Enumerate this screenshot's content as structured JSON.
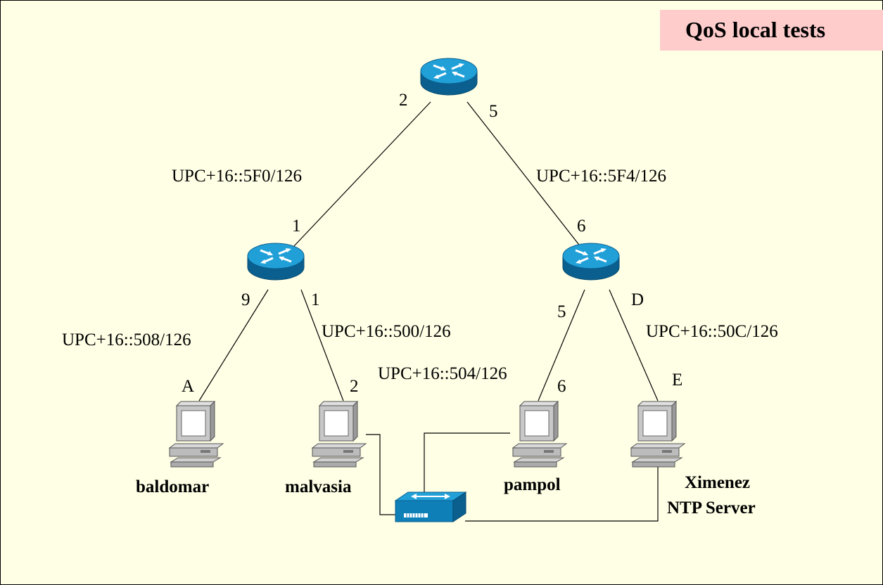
{
  "title": "QoS local tests",
  "links": {
    "top_left": "UPC+16::5F0/126",
    "top_right": "UPC+16::5F4/126",
    "left_a": "UPC+16::508/126",
    "left_b": "UPC+16::500/126",
    "right_a": "UPC+16::504/126",
    "right_b": "UPC+16::50C/126"
  },
  "ports": {
    "top_left": "2",
    "top_right": "5",
    "left_up": "1",
    "right_up": "6",
    "left_down_a": "9",
    "left_down_b": "1",
    "right_down_a": "5",
    "right_down_b": "D",
    "host_a": "A",
    "host_b": "2",
    "host_c": "6",
    "host_d": "E"
  },
  "hosts": {
    "a": "baldomar",
    "b": "malvasia",
    "c": "pampol",
    "d_line1": "Ximenez",
    "d_line2": "NTP Server"
  },
  "icons": {
    "router": "router-icon",
    "switch": "switch-icon",
    "workstation": "workstation-icon"
  },
  "colors": {
    "background": "#ffffe6",
    "title_background": "#ffcccc",
    "device_blue": "#1a90c8"
  }
}
